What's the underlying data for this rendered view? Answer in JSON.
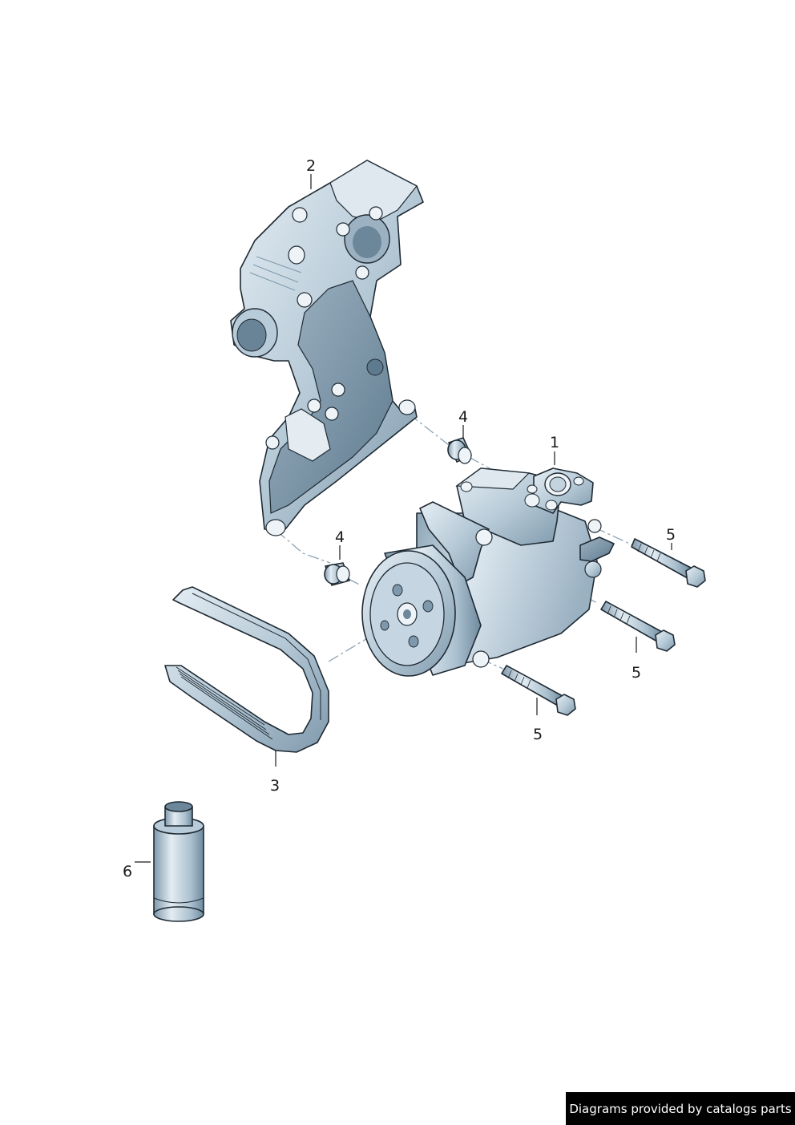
{
  "callouts": {
    "c1": "1",
    "c2": "2",
    "c3": "3",
    "c4a": "4",
    "c4b": "4",
    "c5a": "5",
    "c5b": "5",
    "c5c": "5",
    "c6": "6"
  },
  "parts": [
    {
      "id": "1",
      "name": "ac-compressor"
    },
    {
      "id": "2",
      "name": "mounting-bracket"
    },
    {
      "id": "3",
      "name": "ribbed-belt"
    },
    {
      "id": "4",
      "name": "dowel-sleeve"
    },
    {
      "id": "5",
      "name": "hex-bolt"
    },
    {
      "id": "6",
      "name": "lubricant-canister"
    }
  ],
  "credit": "Diagrams provided by catalogs parts",
  "colors": {
    "part_fill": "#c9d9e4",
    "part_shade": "#8ea7b9",
    "part_dark": "#5e7a8e",
    "outline": "#1f2a33",
    "centerline": "#8da3b4",
    "credit_bg": "#000000",
    "credit_text": "#ffffff"
  }
}
